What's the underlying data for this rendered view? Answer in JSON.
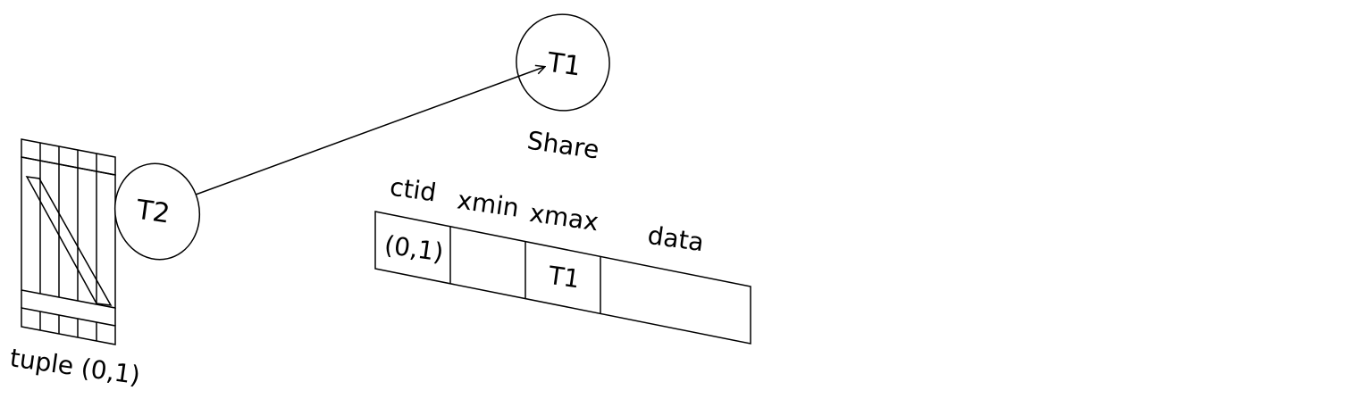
{
  "transactions": {
    "t1": "T1",
    "t2": "T2"
  },
  "lock_mode": "Share",
  "table": {
    "columns": [
      "ctid",
      "xmin",
      "xmax",
      "data"
    ],
    "row": {
      "ctid": "(0,1)",
      "xmin": "",
      "xmax": "T1",
      "data": ""
    }
  },
  "tuple_label": "tuple (0,1)"
}
